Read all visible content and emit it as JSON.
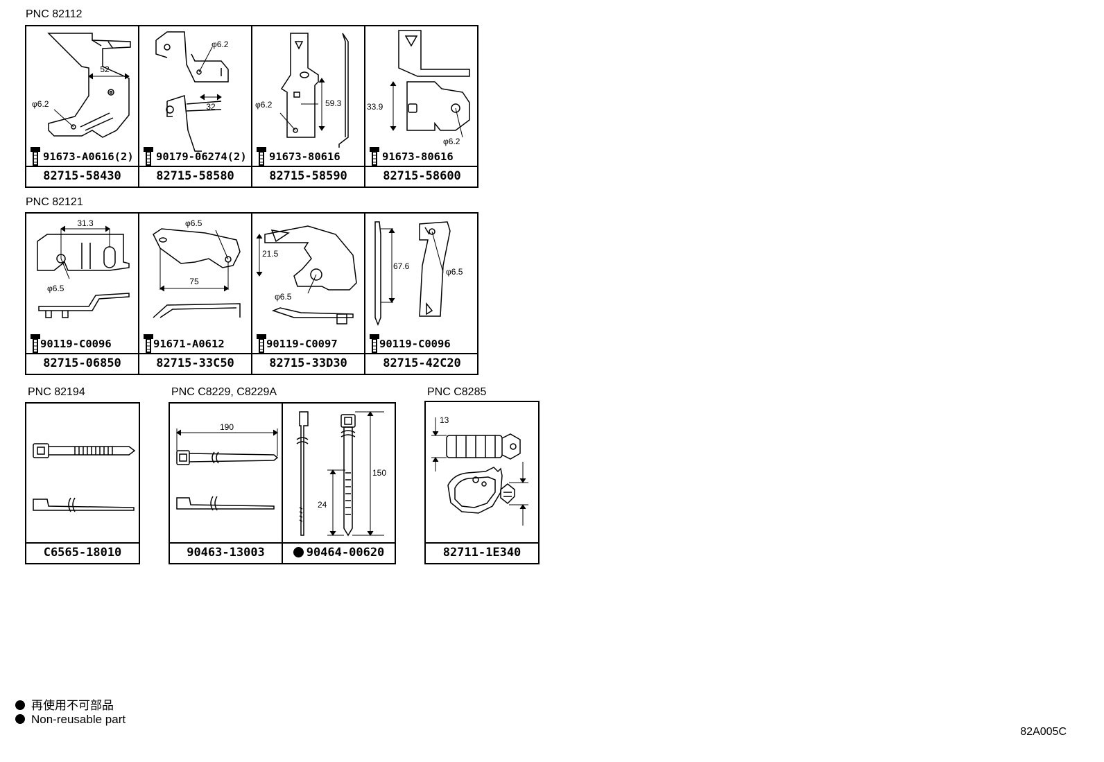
{
  "groups": [
    {
      "pnc": "PNC 82112",
      "cells": [
        {
          "bolt": "91673-A0616(2)",
          "part": "82715-58430",
          "dims": [
            "52",
            "φ6.2"
          ]
        },
        {
          "bolt": "90179-06274(2)",
          "part": "82715-58580",
          "dims": [
            "φ6.2",
            "32"
          ]
        },
        {
          "bolt": "91673-80616",
          "part": "82715-58590",
          "dims": [
            "φ6.2",
            "59.3"
          ]
        },
        {
          "bolt": "91673-80616",
          "part": "82715-58600",
          "dims": [
            "33.9",
            "φ6.2"
          ]
        }
      ]
    },
    {
      "pnc": "PNC 82121",
      "cells": [
        {
          "bolt": "90119-C0096",
          "part": "82715-06850",
          "dims": [
            "31.3",
            "φ6.5"
          ]
        },
        {
          "bolt": "91671-A0612",
          "part": "82715-33C50",
          "dims": [
            "φ6.5",
            "75"
          ]
        },
        {
          "bolt": "90119-C0097",
          "part": "82715-33D30",
          "dims": [
            "21.5",
            "φ6.5"
          ]
        },
        {
          "bolt": "90119-C0096",
          "part": "82715-42C20",
          "dims": [
            "67.6",
            "φ6.5"
          ]
        }
      ]
    },
    {
      "pnc": "PNC 82194",
      "cells": [
        {
          "part": "C6565-18010"
        }
      ]
    },
    {
      "pnc": "PNC C8229, C8229A",
      "cells": [
        {
          "part": "90463-13003",
          "dims": [
            "190"
          ]
        },
        {
          "part": "90464-00620",
          "non_reusable": true,
          "dims": [
            "150",
            "24"
          ]
        }
      ]
    },
    {
      "pnc": "PNC C8285",
      "cells": [
        {
          "part": "82711-1E340",
          "dims": [
            "13"
          ]
        }
      ]
    }
  ],
  "legend": {
    "jp": "再使用不可部品",
    "en": "Non-reusable part"
  },
  "diagram_code": "82A005C",
  "icons": {
    "bolt": "bolt-icon",
    "non_reusable": "filled-circle-icon"
  }
}
